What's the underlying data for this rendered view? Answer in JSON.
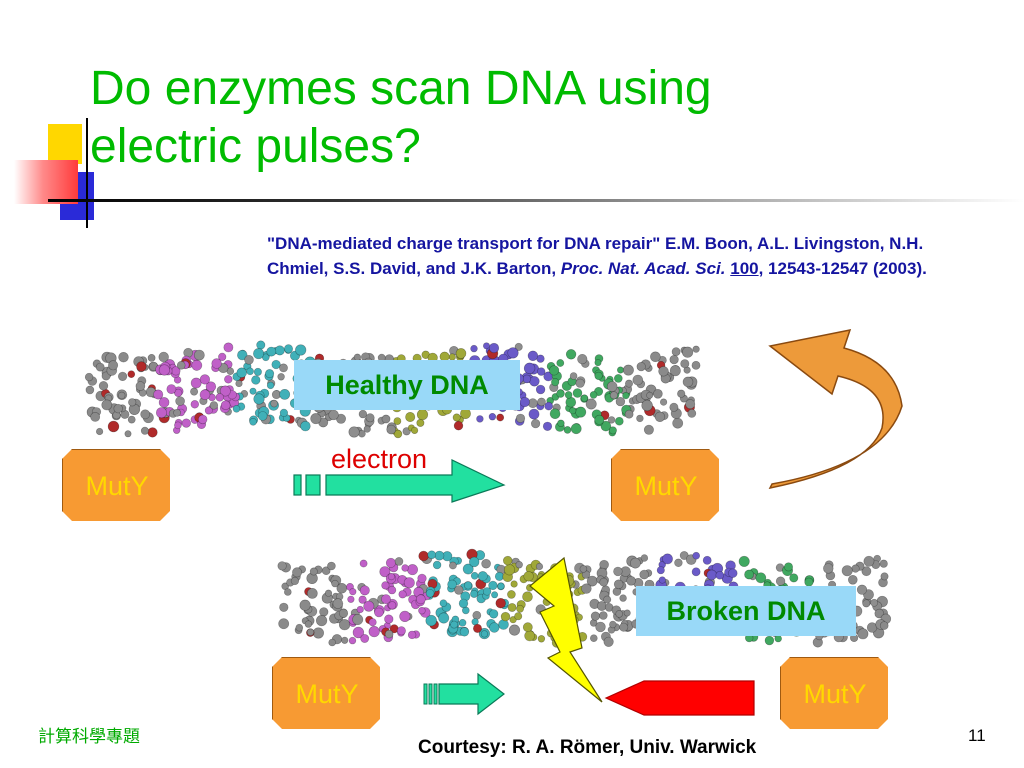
{
  "slide": {
    "title_line1": "Do enzymes scan DNA using",
    "title_line2": "electric pulses?",
    "citation": {
      "part1": "\"DNA-mediated charge transport for DNA repair\" E.M. Boon, A.L. Livingston, N.H. Chmiel, S.S. David, and J.K. Barton, ",
      "journal": "Proc. Nat. Acad. Sci.",
      "volume": "100",
      "part2": ", 12543-12547 (2003)."
    },
    "healthy_label": "Healthy DNA",
    "broken_label": "Broken DNA",
    "electron_label": "electron",
    "muty_label": "MutY",
    "footer_left": "計算科學專題",
    "page_number": "11",
    "courtesy": "Courtesy: R. A. Römer, Univ. Warwick"
  },
  "colors": {
    "title": "#00bb00",
    "citation": "#1515a0",
    "muty_fill": "#f79a33",
    "muty_text": "#ffd800",
    "label_box": "#99d9f8",
    "label_text": "#008a00",
    "electron": "#dd0000",
    "arrow_green": "#22e0a0",
    "arrow_red": "#ff0000",
    "lightning": "#ffff00"
  }
}
